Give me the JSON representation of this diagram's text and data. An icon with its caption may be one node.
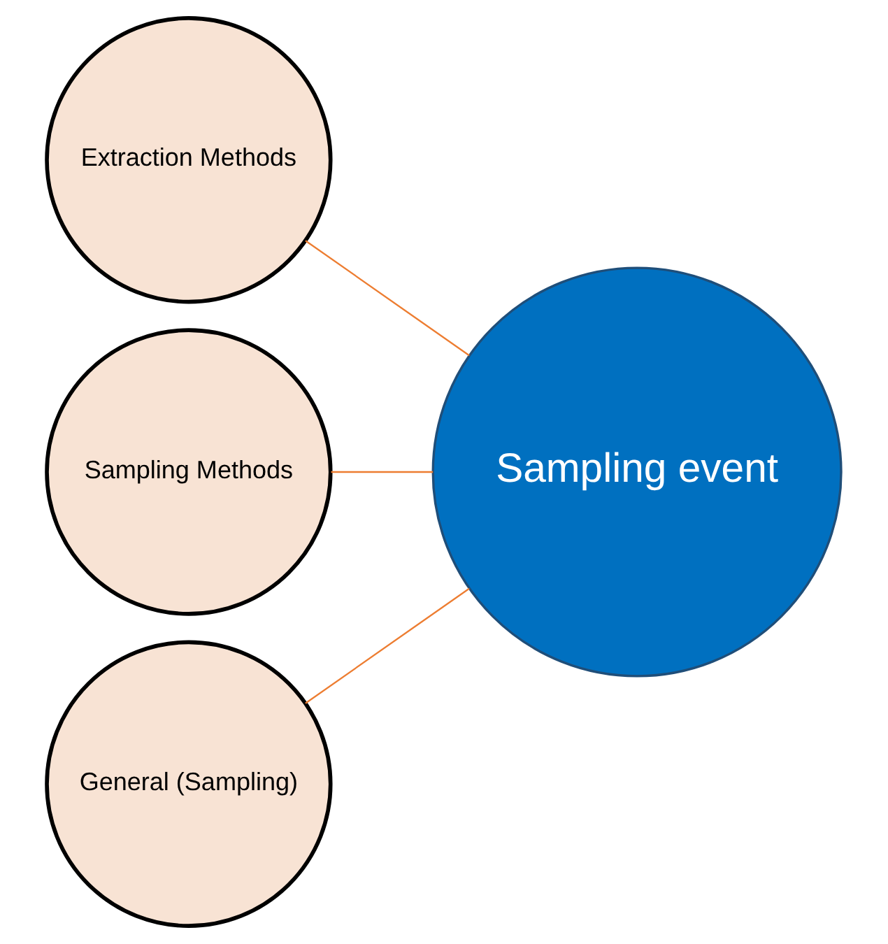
{
  "diagram": {
    "nodes": [
      {
        "text": [
          "Extraction Methods"
        ]
      },
      {
        "text": [
          "Sampling Methods"
        ]
      },
      {
        "text": [
          "Sampling event"
        ]
      },
      {
        "text": [
          "General (Sampling)"
        ]
      }
    ],
    "edges": [
      {
        "from": 0,
        "to": 2,
        "arrow": "none"
      },
      {
        "from": 1,
        "to": 2,
        "arrow": "none"
      },
      {
        "from": 3,
        "to": 2,
        "arrow": "none"
      }
    ]
  }
}
